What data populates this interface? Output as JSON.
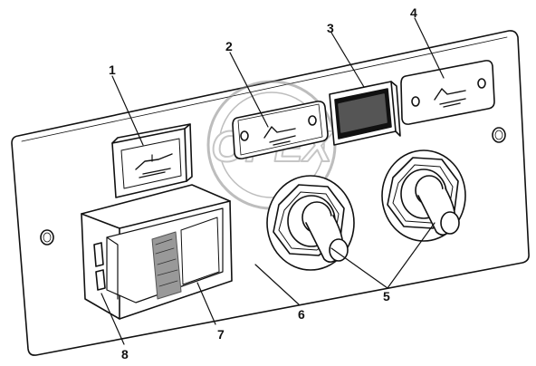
{
  "watermark": {
    "text": "OPEX"
  },
  "callouts": {
    "c1": "1",
    "c2": "2",
    "c3": "3",
    "c4": "4",
    "c5": "5",
    "c6": "6",
    "c7": "7",
    "c8": "8"
  }
}
